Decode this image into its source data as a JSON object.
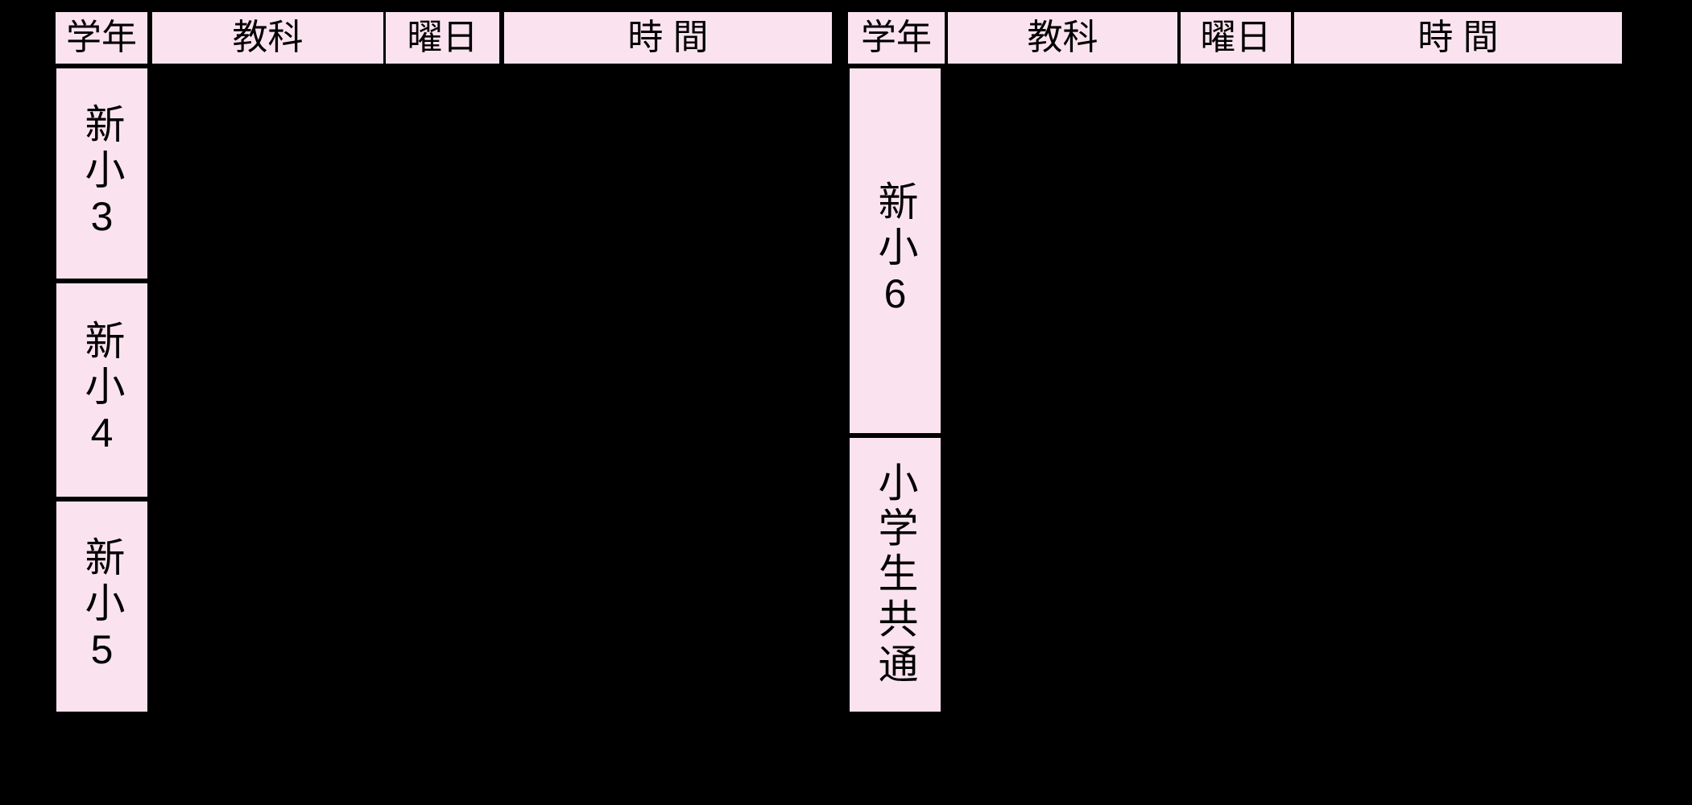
{
  "colors": {
    "background": "#000000",
    "cell_fill": "#fae3ee",
    "grid_line": "#000000",
    "text": "#000000"
  },
  "tables": [
    {
      "headers": {
        "grade": "学年",
        "subject": "教科",
        "day": "曜日",
        "time": "時 間"
      },
      "rows": [
        {
          "grade_label": "新小3"
        },
        {
          "grade_label": "新小4"
        },
        {
          "grade_label": "新小5"
        }
      ]
    },
    {
      "headers": {
        "grade": "学年",
        "subject": "教科",
        "day": "曜日",
        "time": "時 間"
      },
      "rows": [
        {
          "grade_label": "新小6"
        },
        {
          "grade_label": "小学生共通"
        }
      ]
    }
  ]
}
